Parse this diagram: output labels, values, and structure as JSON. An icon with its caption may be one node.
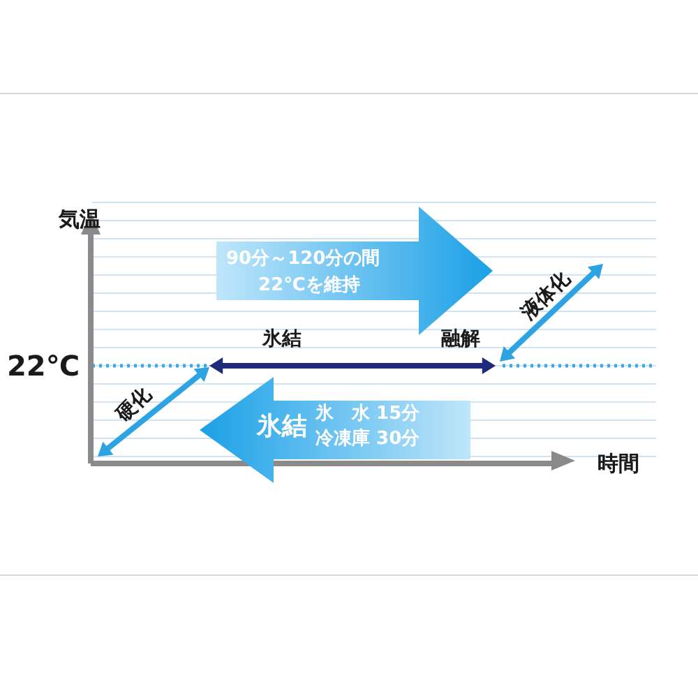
{
  "diagram": {
    "nodes": [
      {
        "text": [
          "90分～120分の間",
          "22℃を維持"
        ]
      },
      {
        "text": [
          "氷結",
          "氷　水 15分",
          "冷凍庫 30分"
        ]
      }
    ],
    "labels": [
      "気温",
      "22℃",
      "氷結",
      "融解",
      "液体化",
      "硬化",
      "時間"
    ]
  }
}
